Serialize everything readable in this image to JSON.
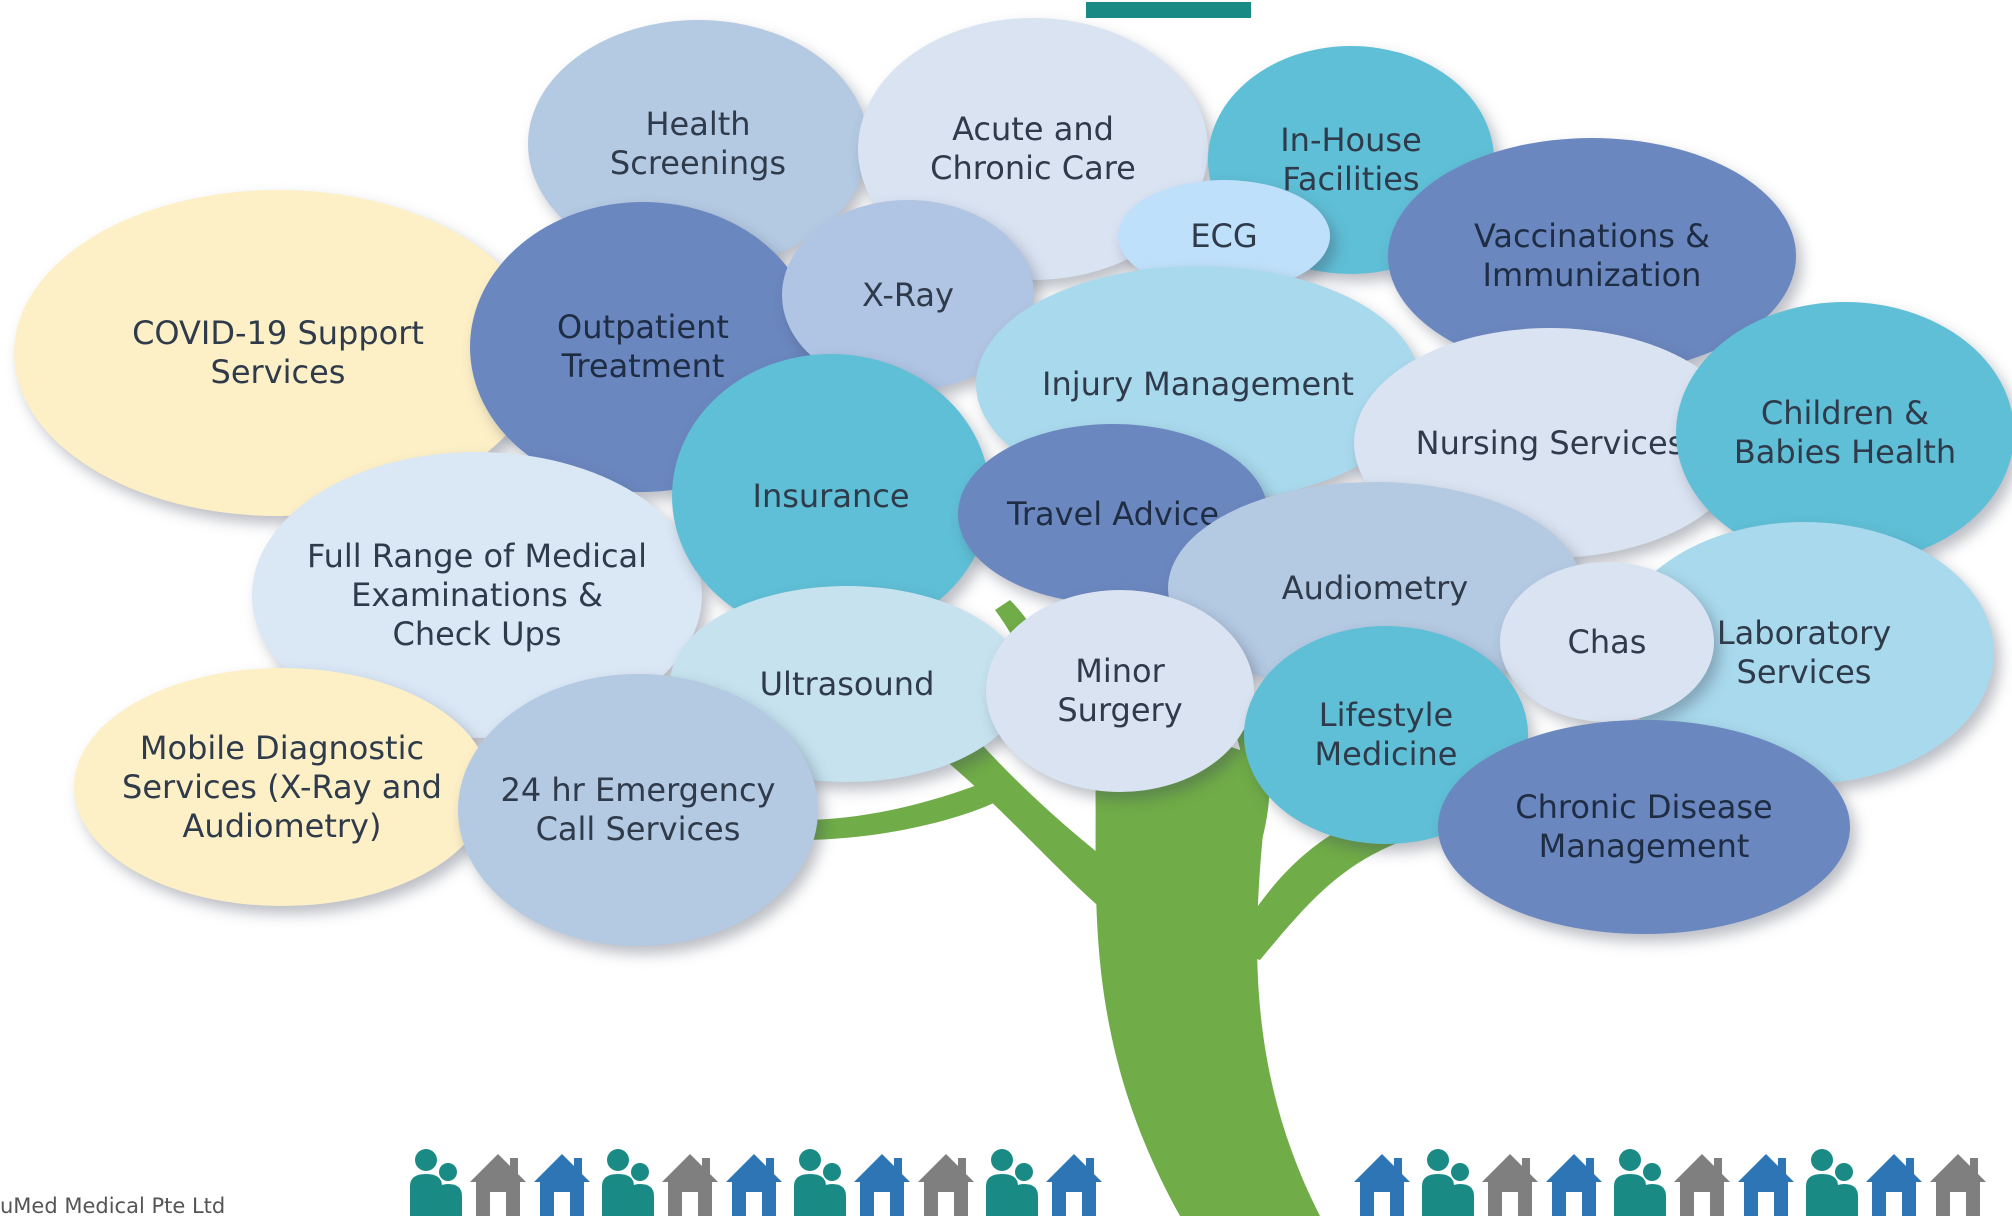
{
  "colors": {
    "trunk": "#70ac47",
    "accent_bar": "#1a8a85",
    "people_icon": "#1a8a85",
    "house_blue": "#2e75b6",
    "house_grey": "#7f7f7f"
  },
  "footer": {
    "company": "uMed Medical Pte Ltd"
  },
  "bubbles": [
    {
      "id": "health-screenings",
      "label": "Health\nScreenings",
      "color": "#b4c9e2"
    },
    {
      "id": "acute-chronic-care",
      "label": "Acute and\nChronic Care",
      "color": "#d9e3f2"
    },
    {
      "id": "in-house-facilities",
      "label": "In-House\nFacilities",
      "color": "#5fbfd6"
    },
    {
      "id": "vaccinations",
      "label": "Vaccinations &\nImmunization",
      "color": "#6b87bf"
    },
    {
      "id": "covid-support",
      "label": "COVID-19 Support\nServices",
      "color": "#fdf0c7"
    },
    {
      "id": "outpatient-treatment",
      "label": "Outpatient\nTreatment",
      "color": "#6b87bf"
    },
    {
      "id": "x-ray",
      "label": "X-Ray",
      "color": "#b0c4e4"
    },
    {
      "id": "ecg",
      "label": "ECG",
      "color": "#bfe0fa"
    },
    {
      "id": "injury-management",
      "label": "Injury Management",
      "color": "#a9d9ec"
    },
    {
      "id": "nursing-services",
      "label": "Nursing Services",
      "color": "#dae3f1"
    },
    {
      "id": "children-babies-health",
      "label": "Children &\nBabies Health",
      "color": "#5fbfd6"
    },
    {
      "id": "full-range-medical",
      "label": "Full Range of  Medical\nExaminations &\nCheck Ups",
      "color": "#dae7f5"
    },
    {
      "id": "insurance",
      "label": "Insurance",
      "color": "#5fbfd6"
    },
    {
      "id": "travel-advice",
      "label": "Travel Advice",
      "color": "#6b87bf"
    },
    {
      "id": "audiometry",
      "label": "Audiometry",
      "color": "#b4c9e2"
    },
    {
      "id": "laboratory-services",
      "label": "Laboratory\nServices",
      "color": "#a9d9ec"
    },
    {
      "id": "chas",
      "label": "Chas",
      "color": "#dae3f1"
    },
    {
      "id": "ultrasound",
      "label": "Ultrasound",
      "color": "#c6e2ef"
    },
    {
      "id": "minor-surgery",
      "label": "Minor\nSurgery",
      "color": "#dae3f1"
    },
    {
      "id": "lifestyle-medicine",
      "label": "Lifestyle\nMedicine",
      "color": "#5fbfd6"
    },
    {
      "id": "mobile-diagnostic",
      "label": "Mobile Diagnostic\nServices (X-Ray and\nAudiometry)",
      "color": "#fdf0c7"
    },
    {
      "id": "emergency-call",
      "label": "24 hr Emergency\nCall Services",
      "color": "#b4c9e2"
    },
    {
      "id": "chronic-disease",
      "label": "Chronic Disease\nManagement",
      "color": "#6b87bf"
    }
  ],
  "icon_rows": {
    "left": [
      "people",
      "house-grey",
      "house-blue",
      "people",
      "house-grey",
      "house-blue",
      "people",
      "house-blue",
      "house-grey",
      "people",
      "house-blue"
    ],
    "right": [
      "house-blue",
      "people",
      "house-grey",
      "house-blue",
      "people",
      "house-grey",
      "house-blue",
      "people",
      "house-blue",
      "house-grey"
    ]
  }
}
